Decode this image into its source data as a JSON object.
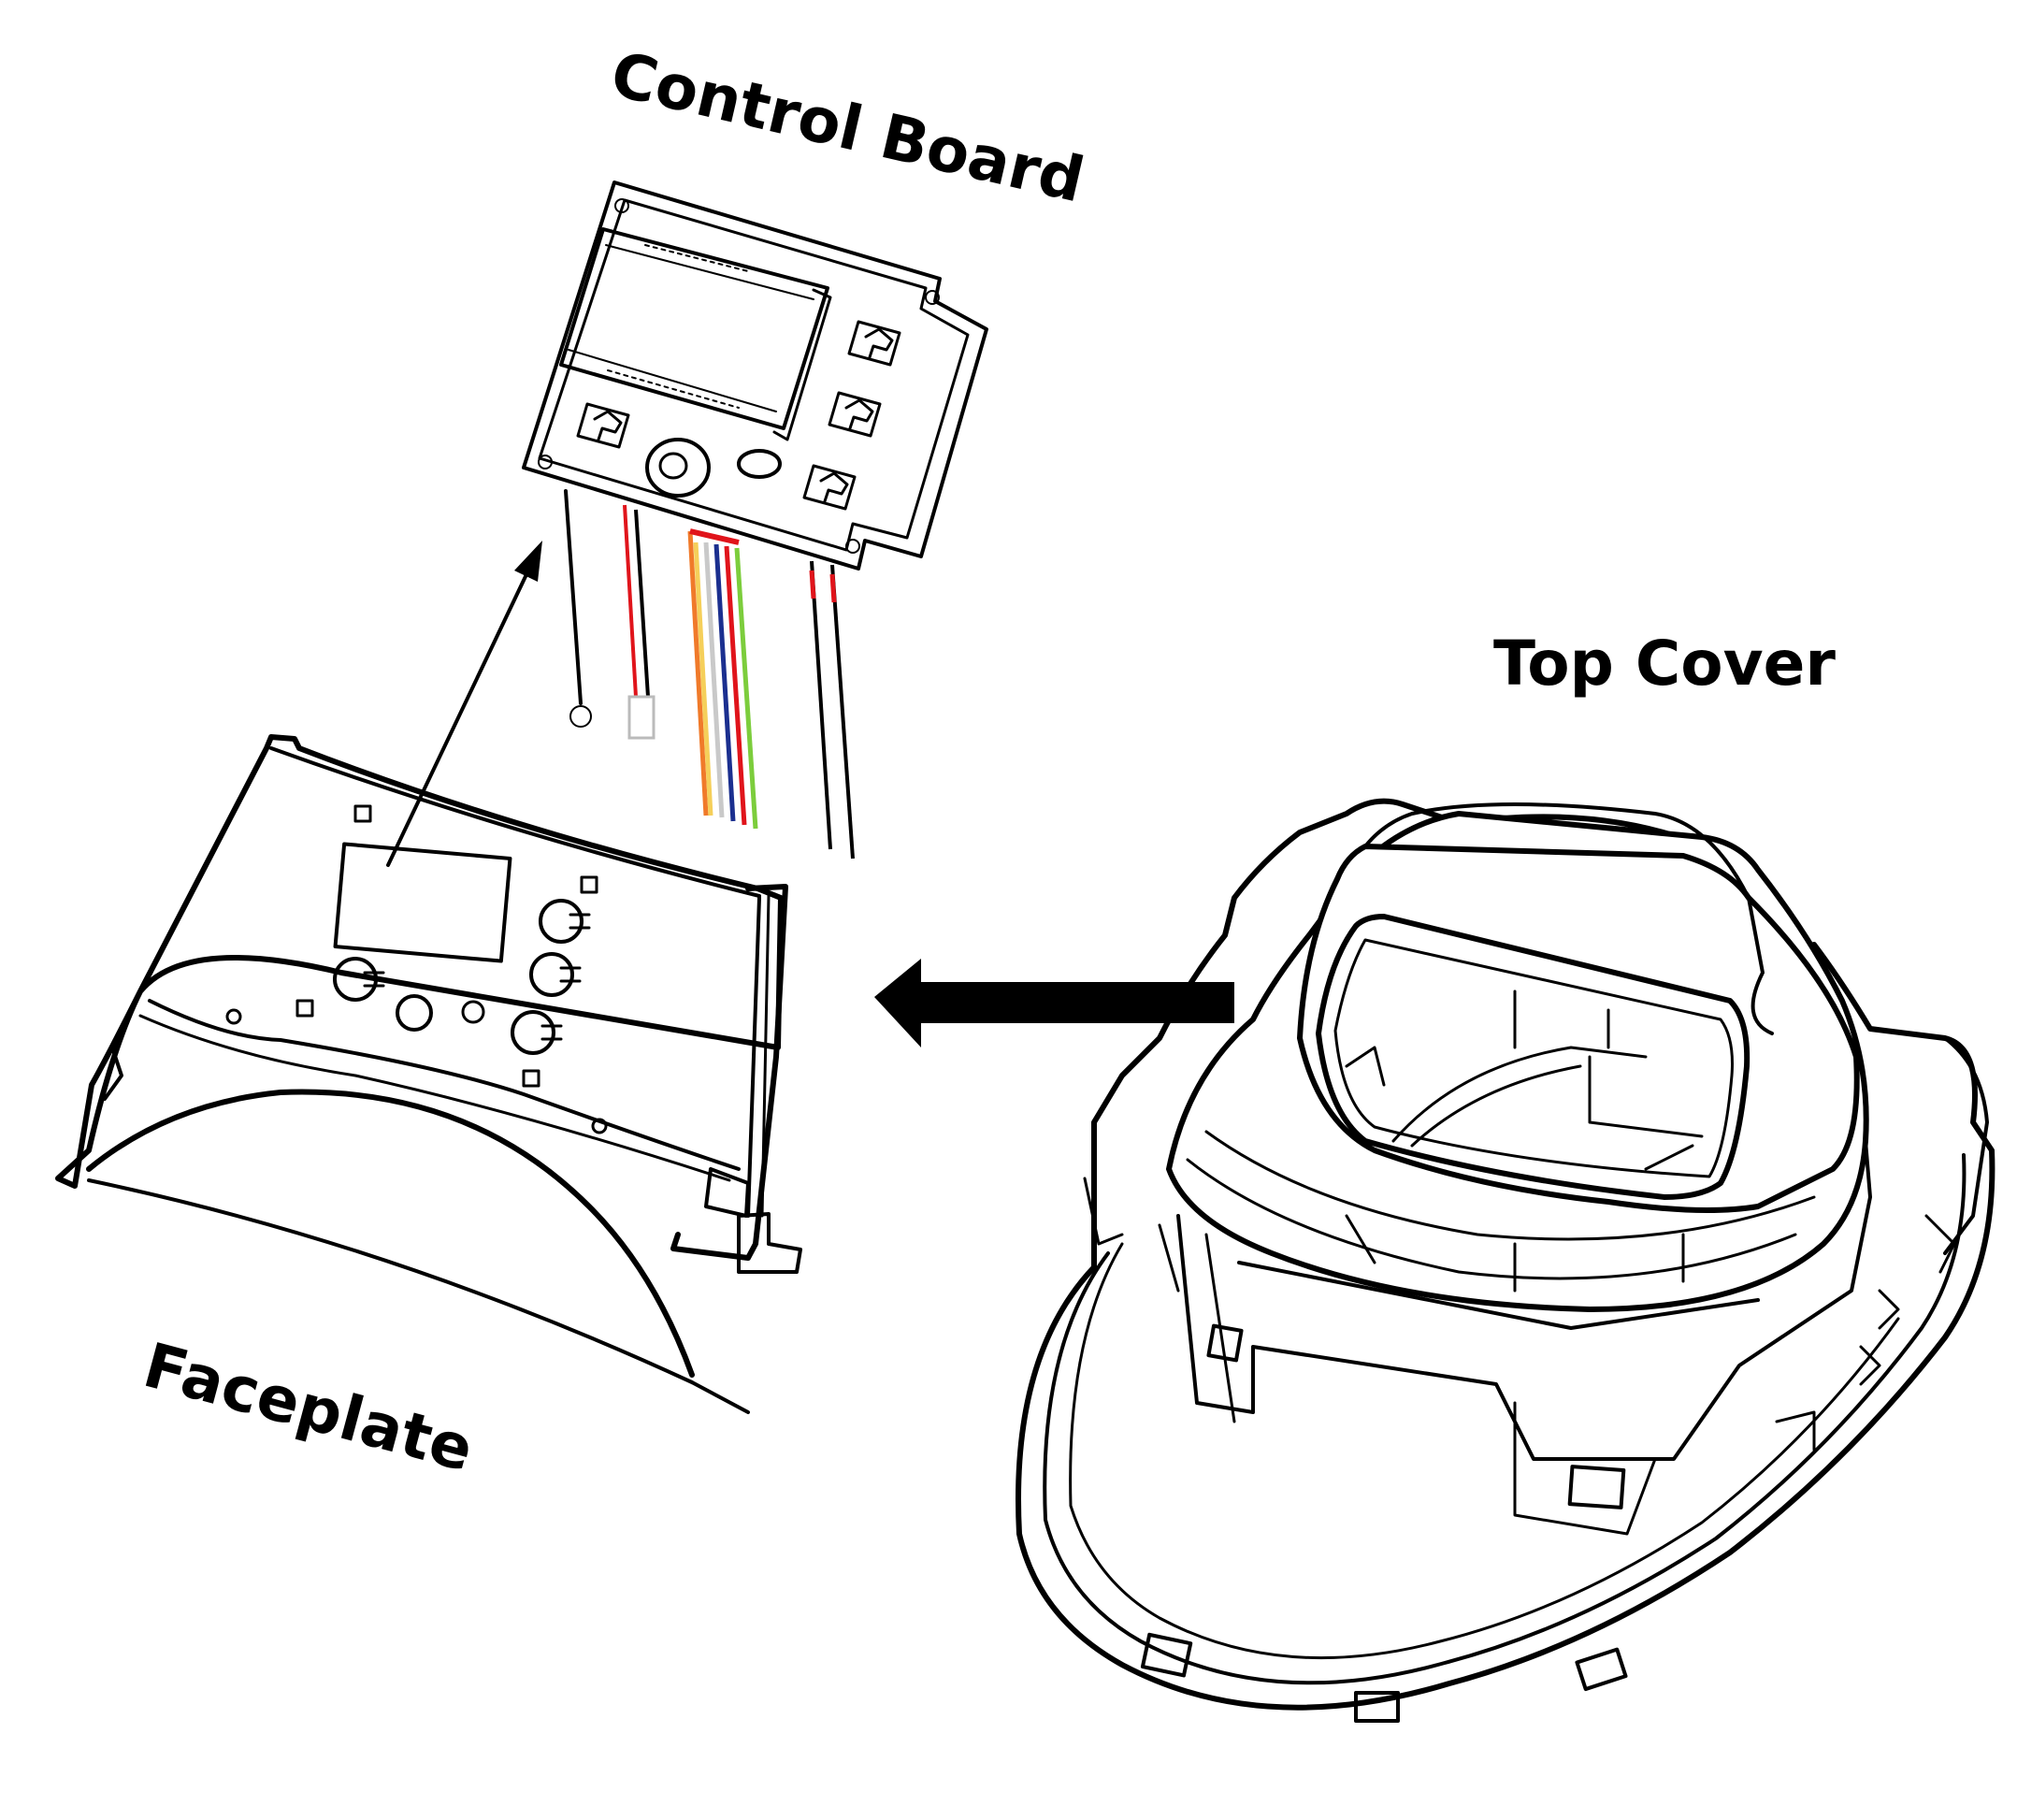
{
  "labels": {
    "control_board": "Control Board",
    "top_cover": "Top Cover",
    "faceplate": "Faceplate"
  },
  "wire_colors": {
    "black": "#000000",
    "red": "#e0141b",
    "yellow": "#f5cf5a",
    "gray": "#c9c9c9",
    "blue": "#1b2f8f",
    "green": "#7ccd3c",
    "orange": "#f07a2a"
  },
  "connections": [
    {
      "from": "faceplate",
      "to": "control-board",
      "arrow": "thin-arrow"
    },
    {
      "from": "top-cover",
      "to": "faceplate",
      "arrow": "bold-arrow"
    }
  ]
}
